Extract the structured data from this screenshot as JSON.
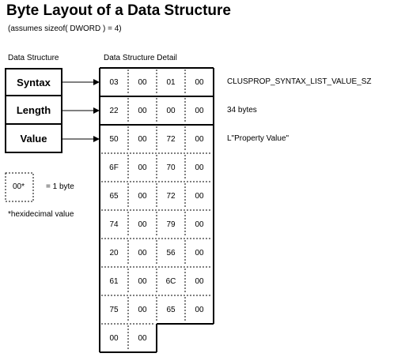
{
  "title": "Byte Layout of a Data Structure",
  "subtitle": "(assumes sizeof( DWORD ) = 4)",
  "headers": {
    "left": "Data Structure",
    "right": "Data Structure Detail"
  },
  "fields": [
    {
      "label": "Syntax",
      "description": "CLUSPROP_SYNTAX_LIST_VALUE_SZ"
    },
    {
      "label": "Length",
      "description": "34 bytes"
    },
    {
      "label": "Value",
      "description": "L\"Property Value\""
    }
  ],
  "rows": [
    [
      "03",
      "00",
      "01",
      "00"
    ],
    [
      "22",
      "00",
      "00",
      "00"
    ],
    [
      "50",
      "00",
      "72",
      "00"
    ],
    [
      "6F",
      "00",
      "70",
      "00"
    ],
    [
      "65",
      "00",
      "72",
      "00"
    ],
    [
      "74",
      "00",
      "79",
      "00"
    ],
    [
      "20",
      "00",
      "56",
      "00"
    ],
    [
      "61",
      "00",
      "6C",
      "00"
    ],
    [
      "75",
      "00",
      "65",
      "00"
    ],
    [
      "00",
      "00"
    ]
  ],
  "legend": {
    "sample": "00*",
    "equals": "= 1 byte",
    "note": "*hexidecimal value"
  }
}
